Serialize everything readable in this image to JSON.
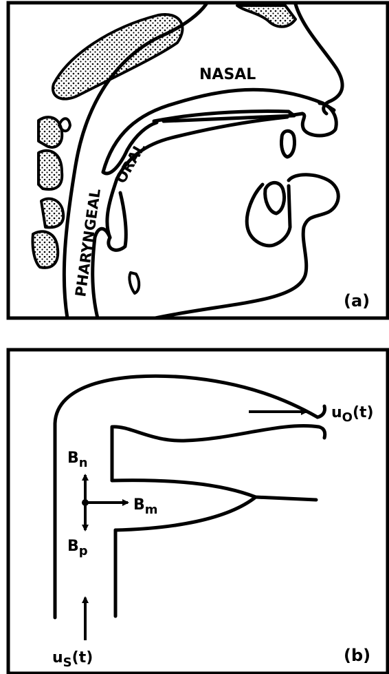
{
  "panel_a": {
    "labels": {
      "nasal": "NASAL",
      "oral": "ORAL",
      "pharyngeal": "PHARYNGEAL",
      "panel_tag": "(a)"
    }
  },
  "panel_b": {
    "labels": {
      "output_main": "u",
      "output_sub": "O",
      "output_arg": "(t)",
      "source_main": "u",
      "source_sub": "S",
      "source_arg": "(t)",
      "bn_main": "B",
      "bn_sub": "n",
      "bm_main": "B",
      "bm_sub": "m",
      "bp_main": "B",
      "bp_sub": "p",
      "panel_tag": "(b)"
    }
  }
}
